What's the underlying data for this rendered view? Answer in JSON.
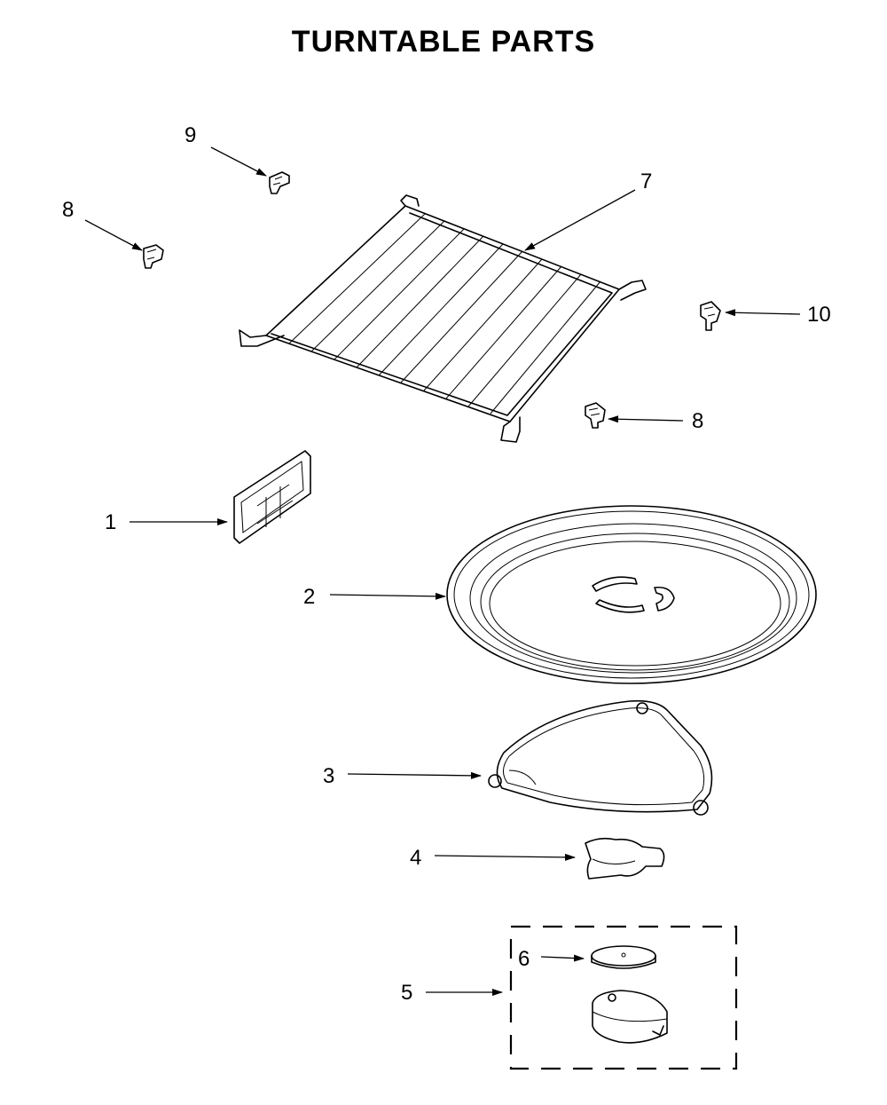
{
  "title": "TURNTABLE PARTS",
  "callouts": {
    "c1": "1",
    "c2": "2",
    "c3": "3",
    "c4": "4",
    "c5": "5",
    "c6": "6",
    "c7": "7",
    "c8a": "8",
    "c8b": "8",
    "c9": "9",
    "c10": "10"
  }
}
